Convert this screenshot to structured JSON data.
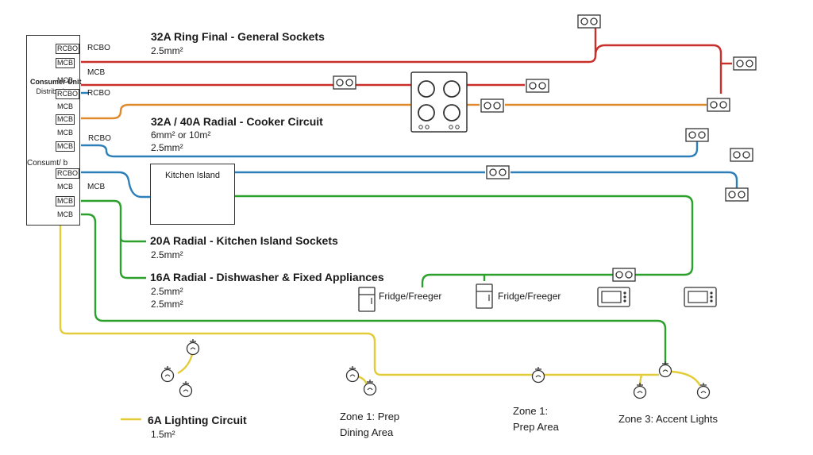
{
  "consumer_unit": {
    "header_lines": [
      "Consumer Unit",
      "Distribution"
    ],
    "mid_label": "Consumt/ b",
    "breakers": [
      "RCBO",
      "MCB",
      "MCB",
      "RCBO",
      "MCB",
      "MCB",
      "MCB",
      "MCB",
      "RCBO",
      "MCB",
      "MCB",
      "MCB"
    ],
    "outer_labels": [
      "RCBO",
      "MCB",
      "RCBO",
      "RCBO",
      "MCB"
    ]
  },
  "circuits": {
    "ring": {
      "title": "32A Ring Final - General Sockets",
      "cable": "2.5mm²",
      "color": "#c9302c"
    },
    "cooker": {
      "title": "32A / 40A Radial - Cooker Circuit",
      "cable1": "6mm²  or 10m²",
      "cable2": "2.5mm²",
      "color": "#e08a2c"
    },
    "island": {
      "title": "20A Radial - Kitchen Island Sockets",
      "cable": "2.5mm²",
      "color": "#2c7fb8"
    },
    "dishwasher": {
      "title": "16A Radial - Dishwasher & Fixed Appliances",
      "cable1": "2.5mm²",
      "cable2": "2.5mm²",
      "color": "#2ca02c"
    },
    "lighting": {
      "title": "6A Lighting Circuit",
      "cable": "1.5m²",
      "color": "#e3cc3a"
    }
  },
  "kitchen_island": {
    "label": "Kitchen Island"
  },
  "appliances": {
    "fridge1": "Fridge/Freeger",
    "fridge2": "Fridge/Freeger"
  },
  "zones": {
    "zone_a_line1": "Zone 1: Prep",
    "zone_a_line2": "Dining Area",
    "zone_b_line1": "Zone 1:",
    "zone_b_line2": "Prep Area",
    "zone_c": "Zone 3: Accent Lights"
  },
  "icons": [
    "double-socket-icon",
    "cooker-hob-icon",
    "dishwasher-icon",
    "fridge-freezer-icon",
    "microwave-icon",
    "ceiling-light-icon"
  ]
}
